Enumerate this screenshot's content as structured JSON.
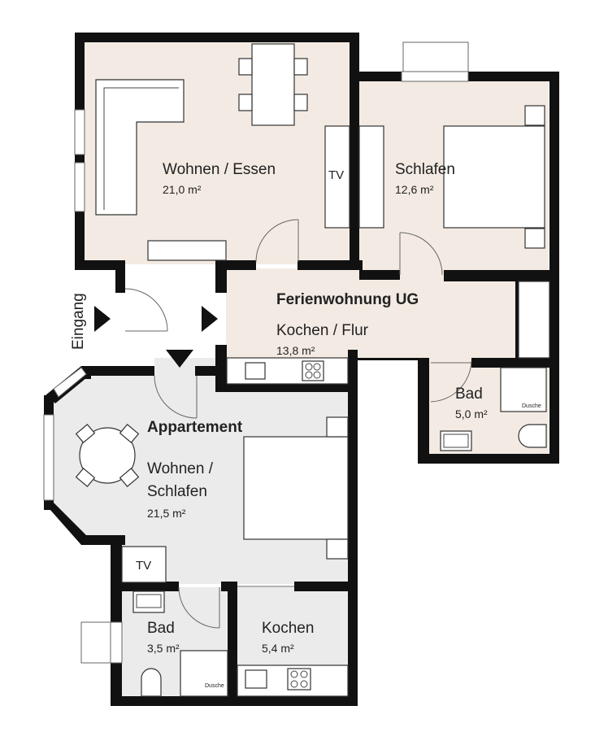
{
  "colors": {
    "apartment_floor": "#f3ebe3",
    "studio_floor": "#ebebeb",
    "wall": "#111111"
  },
  "units": [
    {
      "label": "Ferienwohnung UG"
    },
    {
      "label": "Appartement"
    }
  ],
  "rooms": {
    "wohnen_essen": {
      "name": "Wohnen / Essen",
      "area": "21,0 m²"
    },
    "schlafen": {
      "name": "Schlafen",
      "area": "12,6 m²"
    },
    "kochen_flur": {
      "name": "Kochen / Flur",
      "area": "13,8 m²"
    },
    "bad_ug": {
      "name": "Bad",
      "area": "5,0 m²"
    },
    "wohnen_schlafen": {
      "name_line1": "Wohnen /",
      "name_line2": "Schlafen",
      "area": "21,5 m²"
    },
    "bad_app": {
      "name": "Bad",
      "area": "3,5 m²"
    },
    "kochen_app": {
      "name": "Kochen",
      "area": "5,4 m²"
    }
  },
  "fixtures": {
    "tv_label": "TV",
    "shower_label": "Dusche"
  },
  "entrance": {
    "label": "Eingang"
  },
  "icons": [
    "entrance-arrow-right-icon",
    "entrance-arrow-right-icon",
    "entrance-arrow-down-icon",
    "stove-icon",
    "sink-icon",
    "toilet-icon",
    "shower-icon",
    "window-icon"
  ]
}
